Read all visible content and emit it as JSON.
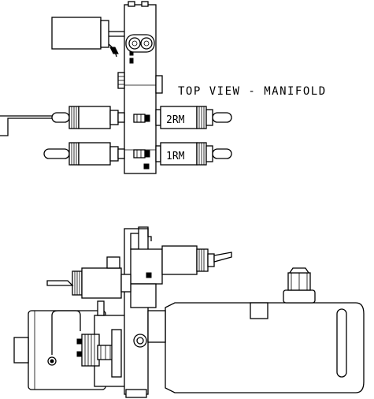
{
  "drawing": {
    "top_view_label": "TOP VIEW - MANIFOLD",
    "valve_labels": {
      "upper": "2RM",
      "lower": "1RM"
    }
  }
}
